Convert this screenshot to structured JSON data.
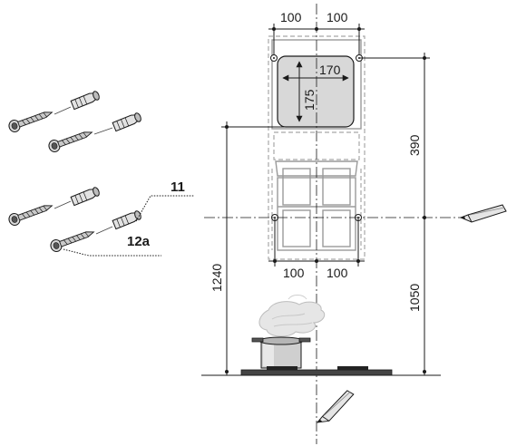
{
  "labels": {
    "part_11": "11",
    "part_12a": "12a"
  },
  "dimensions": {
    "top_left": "100",
    "top_right": "100",
    "cutout_width": "170",
    "cutout_height": "175",
    "upper_height": "390",
    "bottom_left": "100",
    "bottom_right": "100",
    "total_height": "1240",
    "lower_height": "1050"
  },
  "icons": [
    "screw-icon",
    "wall-plug-icon",
    "pencil-icon",
    "cooking-pot-icon",
    "hob-icon",
    "steam-icon"
  ]
}
